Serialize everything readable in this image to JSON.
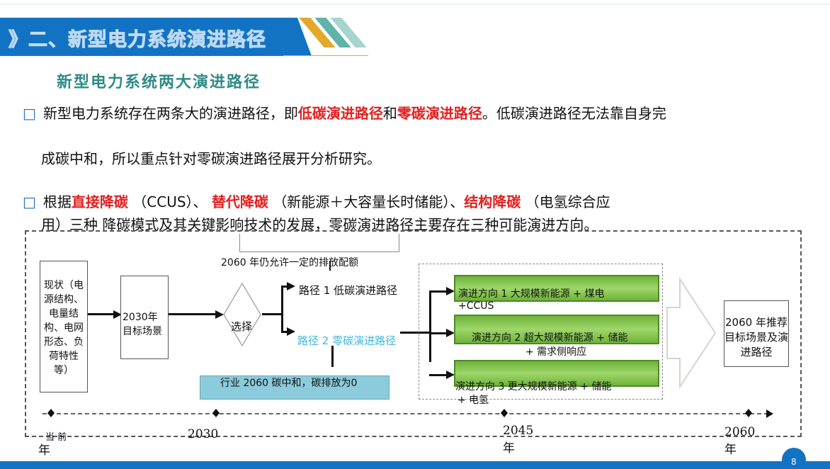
{
  "header": {
    "title": "》二、新型电力系统演进路径",
    "subtitle": "新型电力系统两大演进路径",
    "page_number": "8"
  },
  "bullets": [
    {
      "marker": "□",
      "parts": [
        "新型电力系统存在两条大的演进路径，即",
        "低碳演进路径",
        "和",
        "零碳演进路径",
        "。低碳演进路径无法靠自身完"
      ],
      "line2": "成碳中和，所以重点针对零碳演进路径展开分析研究。"
    },
    {
      "marker": "□",
      "parts": [
        "根据",
        "直接降碳",
        "（CCUS）、",
        "替代降碳",
        "（新能源＋大容量长时储能）、",
        "结构降碳",
        "（电氢综合应"
      ],
      "line2": "用）三种 降碳模式及其关键影响技术的发展，零碳演进路径主要存在三种可能演进方向。"
    }
  ],
  "diagram": {
    "current": "现状（电源结构、电量结构、电网形态、负荷特性等）",
    "target2030": "2030年目标场景",
    "choice": "选择",
    "note": "2060 年仍允许一定的排放配额",
    "path1": "路径 1 低碳演进路径",
    "path2": "路径 2 零碳演进路径",
    "industry": "行业 2060 碳中和，碳排放为0",
    "dir1": "演进方向 1 大规模新能源 + 煤电",
    "dir1b": "+CCUS",
    "dir2": "演进方向 2 超大规模新能源 + 储能",
    "dir2b": "+ 需求侧响应",
    "dir3": "演进方向 3 更大规模新能源 + 储能",
    "dir3b": "+ 电氢",
    "final": "2060 年推荐目标场景及演进路径"
  },
  "timeline": {
    "t0": "当 前",
    "t0b": "年",
    "t1": "2030",
    "t2": "2045",
    "t2b": "年",
    "t3": "2060",
    "t3b": "年"
  },
  "colors": {
    "banner": "#1273c4",
    "accent_red": "#e02020",
    "green": "#6fb33a",
    "teal_box": "#8ccbdc",
    "path2": "#3bb8dc"
  }
}
